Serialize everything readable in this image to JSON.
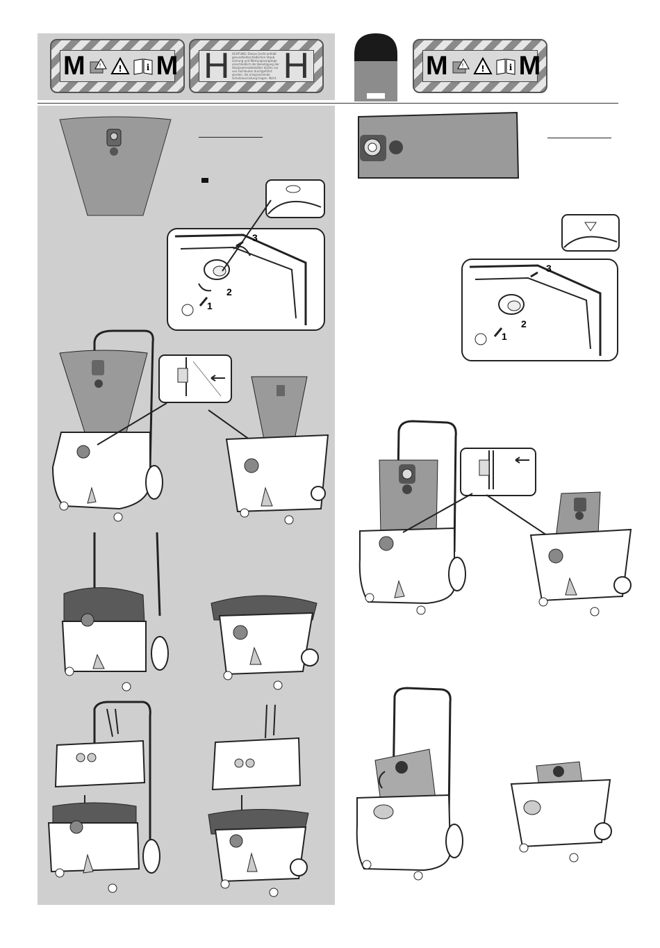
{
  "badges": {
    "m_class_left": {
      "letter_left": "M",
      "letter_right": "M",
      "icons": [
        "filter-warning-icon",
        "warning-triangle-icon",
        "manual-info-icon"
      ]
    },
    "h_class": {
      "letter_left": "H",
      "letter_right": "H",
      "warning_text": "ACHTUNG: Dieses Gerät enthält gesundheitsschädlichen Staub. Leerung und Wartungsvorgänge einschließlich der Beseitigung der Staubsammelbehälter dürfen nur von Fachleuten durchgeführt werden, die entsprechende Schutzausrüstung tragen. Nicht ohne das vollständige Filtersystem betreiben."
    },
    "m_class_right": {
      "letter_left": "M",
      "letter_right": "M",
      "icons": [
        "filter-warning-icon",
        "warning-triangle-icon",
        "manual-info-icon"
      ]
    }
  },
  "steps": {
    "step_1": "1",
    "step_2": "2",
    "step_3": "3"
  },
  "colors": {
    "panel_gray": "#cfcfcf",
    "bag_gray": "#9a9a9a",
    "dark": "#222222",
    "tab_black": "#1a1a1a",
    "tab_gray": "#8c8c8c"
  }
}
